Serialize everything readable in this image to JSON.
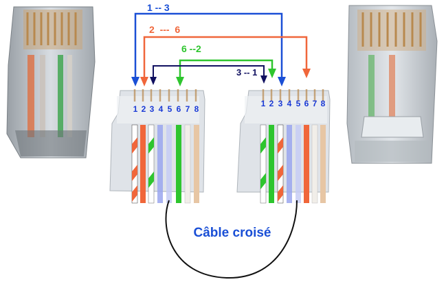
{
  "mappings": [
    {
      "label": "1 -- 3",
      "color": "#1a4fd6"
    },
    {
      "label": "2  ---  6",
      "color": "#f0663a"
    },
    {
      "label": "6 --2",
      "color": "#2ec52e"
    },
    {
      "label": "3 -- 1",
      "color": "#101060"
    }
  ],
  "pin_numbers": [
    "1",
    "2",
    "3",
    "4",
    "5",
    "6",
    "7",
    "8"
  ],
  "cable_label": "Câble croisé",
  "colors": {
    "blue": "#1a4fd6",
    "orange": "#f0663a",
    "green": "#2ec52e",
    "navy": "#101060",
    "pin_label": "#1a3ad6",
    "cable": "#111111"
  }
}
